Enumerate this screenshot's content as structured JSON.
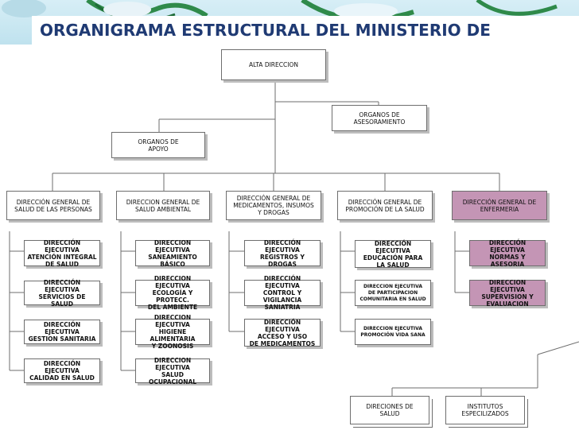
{
  "title": "ORGANIGRAMA ESTRUCTURAL DEL MINISTERIO DE",
  "top": {
    "alta_direccion": "ALTA DIRECCION",
    "asesoramiento": "ORGANOS DE\nASESORAMIENTO",
    "apoyo": "ORGANOS DE\nAPOYO"
  },
  "generales": [
    "DIRECCIÓN GENERAL DE\nSALUD DE LAS PERSONAS",
    "DIRECCION GENERAL DE\nSALUD AMBIENTAL",
    "DIRECCIÓN GENERAL DE\nMEDICAMENTOS, INSUMOS\nY DROGAS",
    "DIRECCIÓN GENERAL DE\nPROMOCIÓN DE LA SALUD",
    "DIRECCIÓN GENERAL DE\nENFERMERIA"
  ],
  "ejecutivas": {
    "personas": [
      "DIRECCIÓN EJECUTIVA\nATENCIÓN INTEGRAL\nDE SALUD",
      "DIRECCIÓN EJECUTIVA\nSERVICIOS DE SALUD",
      "DIRECCIÓN EJECUTIVA\nGESTION SANITARIA",
      "DIRECCIÓN EJECUTIVA\nCALIDAD EN SALUD"
    ],
    "ambiental": [
      "DIRECCION EJECUTIVA\nSANEAMIENTO BÁSICO",
      "DIRECCION EJECUTIVA\nECOLOGÍA Y PROTECC.\nDEL AMBIENTE",
      "DIRECCION EJECUTIVA\nHIGIENE ALIMENTARIA\nY ZOONOSIS",
      "DIRECCION EJECUTIVA\nSALUD OCUPACIONAL"
    ],
    "medicamentos": [
      "DIRECCIÓN EJECUTIVA\nREGISTROS Y DROGAS",
      "DIRECCIÓN EJECUTIVA\nCONTROL Y VIGILANCIA\nSANIATRIA",
      "DIRECCIÓN EJECUTIVA\nACCESO Y USO\nDE MEDICAMENTOS"
    ],
    "promocion": [
      "DIRECCIÓN EJECUTIVA\nEDUCACIÓN PARA\nLA SALUD",
      "DIRECCION EJECUTIVA\nDE PARTICIPACION\nCOMUNITARIA EN SALUD",
      "DIRECCION EJECUTIVA\nPROMOCIÓN VIDA SANA"
    ],
    "enfermeria": [
      "DIRECCIÓN EJECUTIVA\nNORMAS Y ASESORIA",
      "DIRECCION EJECUTIVA\nSUPERVISION Y\nEVALUACION"
    ]
  },
  "bottom": [
    "DIRECIONES DE\nSALUD",
    "INSTITUTOS\nESPECILIZADOS"
  ],
  "colors": {
    "title": "#1f3a73",
    "pink_box": "#c495b5",
    "line": "#6e6e6e"
  }
}
